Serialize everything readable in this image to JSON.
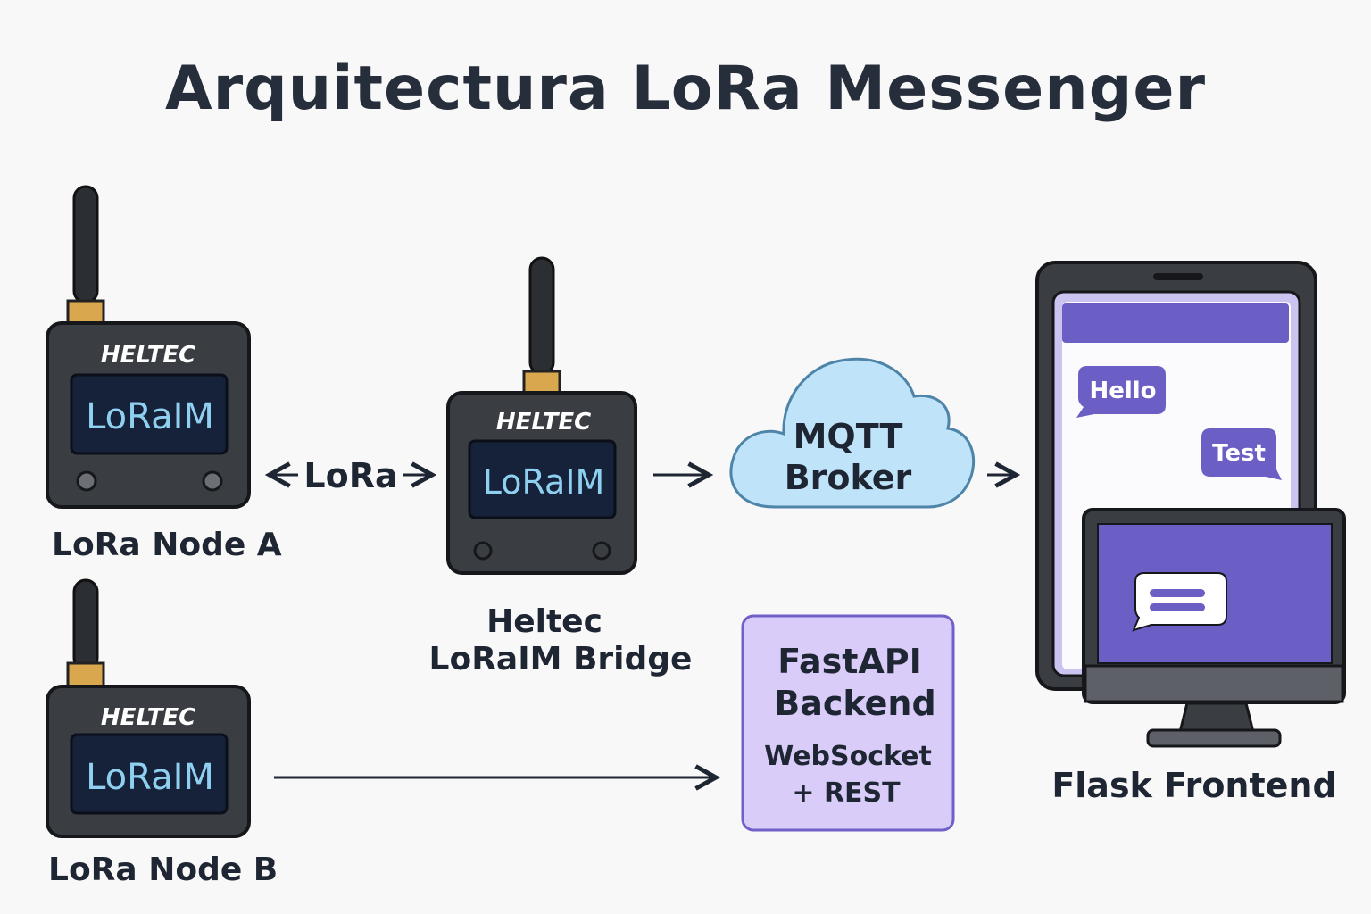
{
  "title": "Arquitectura LoRa Messenger",
  "device": {
    "brand": "HELTEC",
    "screen_text": "LoRaIM"
  },
  "nodes": {
    "node_a_label": "LoRa Node A",
    "node_b_label": "LoRa Node B",
    "bridge_label_line1": "Heltec",
    "bridge_label_line2": "LoRaIM Bridge"
  },
  "links": {
    "lora_label": "LoRa"
  },
  "mqtt": {
    "line1": "MQTT",
    "line2": "Broker"
  },
  "backend": {
    "line1": "FastAPI",
    "line2": "Backend",
    "line3": "WebSocket",
    "line4": "+ REST"
  },
  "frontend": {
    "label": "Flask Frontend",
    "bubble_1": "Hello",
    "bubble_2": "Test"
  },
  "colors": {
    "background": "#f9f8f8",
    "text_dark": "#262d3b",
    "device_body": "#3a3d42",
    "screen_bg": "#15223a",
    "screen_text": "#8fd0f0",
    "antenna_gold": "#d9a84e",
    "cloud_fill": "#bfe3f8",
    "cloud_stroke": "#4d84a8",
    "backend_fill": "#d9ccf8",
    "backend_stroke": "#7060c8",
    "purple": "#6b5fc5",
    "lavender": "#cbc4f0"
  }
}
